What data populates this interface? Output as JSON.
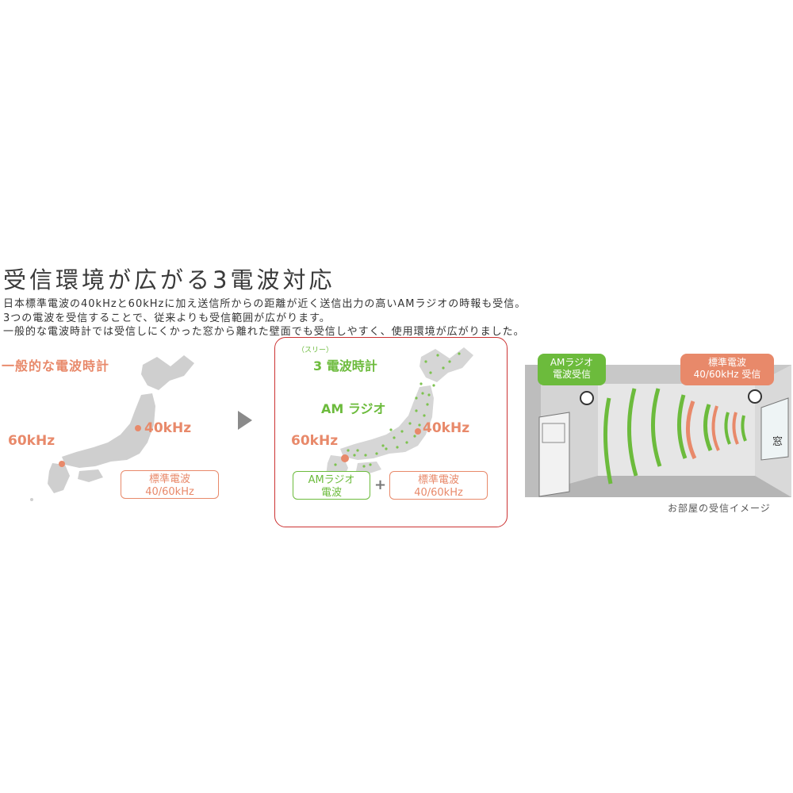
{
  "headline": "受信環境が広がる3電波対応",
  "description": [
    "日本標準電波の40kHzと60kHzに加え送信所からの距離が近く送信出力の高いAMラジオの時報も受信。",
    "3つの電波を受信することで、従来よりも受信範囲が広がります。",
    "一般的な電波時計では受信しにくかった窓から離れた壁面でも受信しやすく、使用環境が広がりました。"
  ],
  "panel_general": {
    "title": "一般的な電波時計",
    "label_40": "40kHz",
    "label_60": "60kHz",
    "box_line1": "標準電波",
    "box_line2": "40/60kHz"
  },
  "panel_three": {
    "ruby": "（スリー）",
    "title": "3 電波時計",
    "am_label": "AM ラジオ",
    "label_40": "40kHz",
    "label_60": "60kHz",
    "am_box_line1": "AMラジオ",
    "am_box_line2": "電波",
    "plus": "+",
    "std_box_line1": "標準電波",
    "std_box_line2": "40/60kHz"
  },
  "room": {
    "am_bubble_line1": "AMラジオ",
    "am_bubble_line2": "電波受信",
    "std_bubble_line1": "標準電波",
    "std_bubble_line2": "40/60kHz 受信",
    "window_label": "窓",
    "caption": "お部屋の受信イメージ"
  },
  "colors": {
    "orange": "#e8896a",
    "green": "#6cbb3c",
    "red_border": "#cc3333",
    "map_gray": "#cfcfcf"
  }
}
